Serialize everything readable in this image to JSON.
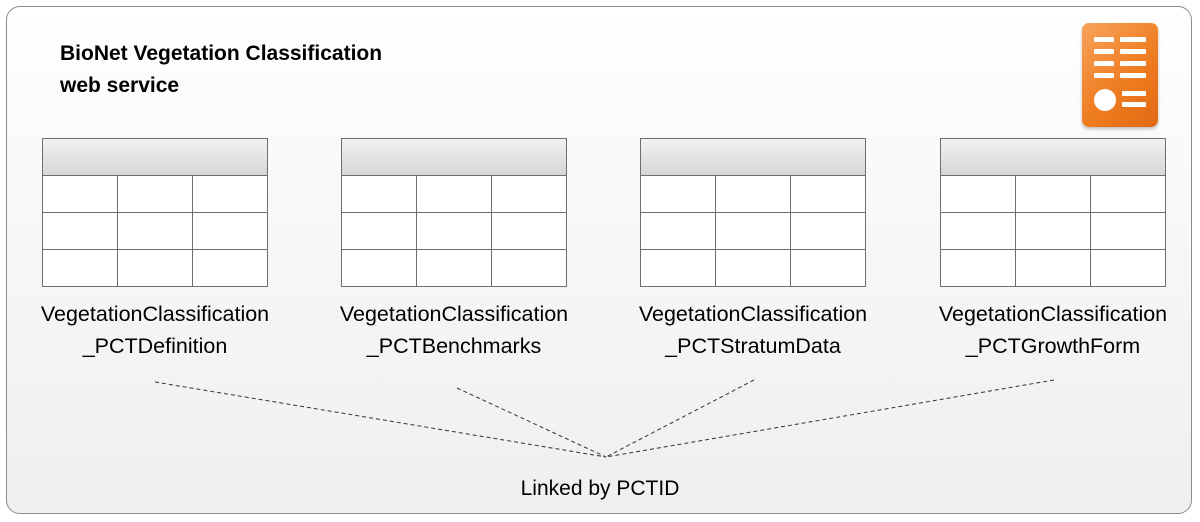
{
  "service": {
    "title_line1": "BioNet Vegetation Classification",
    "title_line2": "web service",
    "icon": "table-form-icon",
    "icon_color": "#ef7d22"
  },
  "tables": [
    {
      "name_line1": "VegetationClassification",
      "name_line2": "_PCTDefinition"
    },
    {
      "name_line1": "VegetationClassification",
      "name_line2": "_PCTBenchmarks"
    },
    {
      "name_line1": "VegetationClassification",
      "name_line2": "_PCTStratumData"
    },
    {
      "name_line1": "VegetationClassification",
      "name_line2": "_PCTGrowthForm"
    }
  ],
  "link_caption": "Linked by PCTID"
}
